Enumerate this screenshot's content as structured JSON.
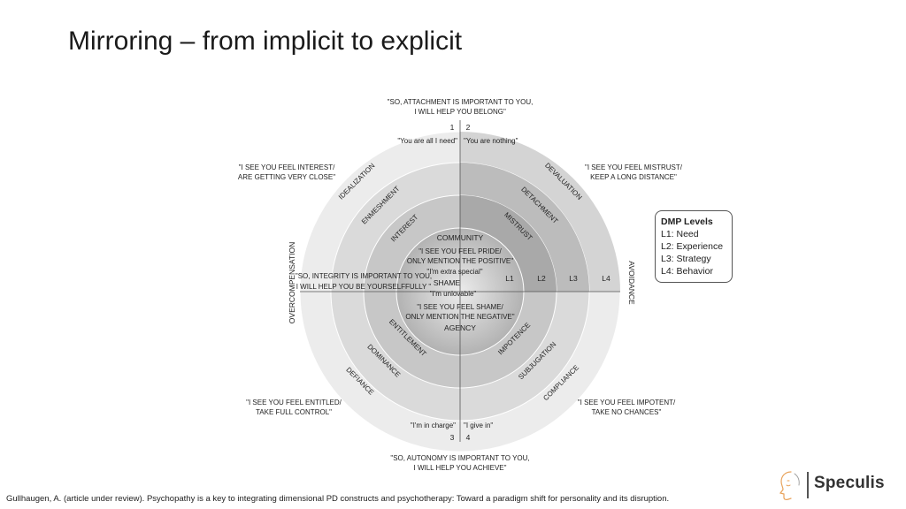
{
  "slide": {
    "title": "Mirroring – from implicit to explicit",
    "footer": "Gullhaugen, A. (article under review). Psychopathy is a key to integrating dimensional PD constructs and psychotherapy: Toward a paradigm shift for personality and its disruption."
  },
  "brand": {
    "name": "Speculis",
    "logo": "face-profile-logo-icon",
    "accent": "#e8a25a"
  },
  "legend": {
    "title": "DMP Levels",
    "items": [
      "L1: Need",
      "L2: Experience",
      "L3: Strategy",
      "L4: Behavior"
    ]
  },
  "diagram": {
    "colors": {
      "ring_outer": "#ececec",
      "ring_l3": "#dadada",
      "ring_l2": "#c7c7c7",
      "core": "#b2b2b2",
      "core_center": "#ececec",
      "outer_dark_quadrant": "#d4d4d4",
      "l3_dark_quadrant": "#bcbcbc",
      "l2_dark_quadrant": "#a9a9a9"
    },
    "quotes_outer": {
      "top": [
        "\"SO, ATTACHMENT IS IMPORTANT TO YOU,",
        "I WILL HELP YOU BELONG\""
      ],
      "bottom": [
        "\"SO, AUTONOMY IS IMPORTANT TO YOU,",
        "I WILL HELP YOU ACHIEVE\""
      ],
      "top_left": [
        "\"I SEE YOU FEEL INTEREST/",
        "ARE GETTING VERY CLOSE\""
      ],
      "top_right": [
        "\"I SEE YOU FEEL MISTRUST/",
        "KEEP A LONG DISTANCE\""
      ],
      "bottom_left": [
        "\"I SEE YOU FEEL ENTITLED/",
        "TAKE FULL CONTROL\""
      ],
      "bottom_right": [
        "\"I SEE YOU FEEL IMPOTENT/",
        "TAKE NO CHANCES\""
      ]
    },
    "quadrant_numbers": [
      "1",
      "2",
      "3",
      "4"
    ],
    "quotes_inner": {
      "q1": "\"You are all I need\"",
      "q2": "\"You are nothing\"",
      "q3": "\"I'm in charge\"",
      "q4": "\"I give in\""
    },
    "side_labels": {
      "left": "OVERCOMPENSATION",
      "right": "AVOIDANCE"
    },
    "ring4_labels": [
      "IDEALIZATION",
      "DEVALUATION",
      "DEFIANCE",
      "COMPLIANCE"
    ],
    "ring3_labels": [
      "ENMESHMENT",
      "DETACHMENT",
      "DOMINANCE",
      "SUBJUGATION"
    ],
    "ring2_labels": [
      "INTEREST",
      "MISTRUST",
      "ENTITLEMENT",
      "IMPOTENCE"
    ],
    "core": {
      "community": "COMMUNITY",
      "pride": [
        "\"I SEE YOU FEEL PRIDE/",
        "ONLY MENTION THE POSITIVE\""
      ],
      "special": "\"I'm extra special\"",
      "shame": "SHAME",
      "unlovable": "\"I'm unlovable\"",
      "shame_quote": [
        "\"I SEE YOU FEEL SHAME/",
        "ONLY MENTION THE NEGATIVE\""
      ],
      "agency": "AGENCY"
    },
    "integrity_quote": [
      "\"SO, INTEGRITY IS IMPORTANT TO YOU,",
      "I WILL HELP YOU BE YOURSELFFULLY \""
    ],
    "level_markers": [
      "L1",
      "L2",
      "L3",
      "L4"
    ]
  }
}
